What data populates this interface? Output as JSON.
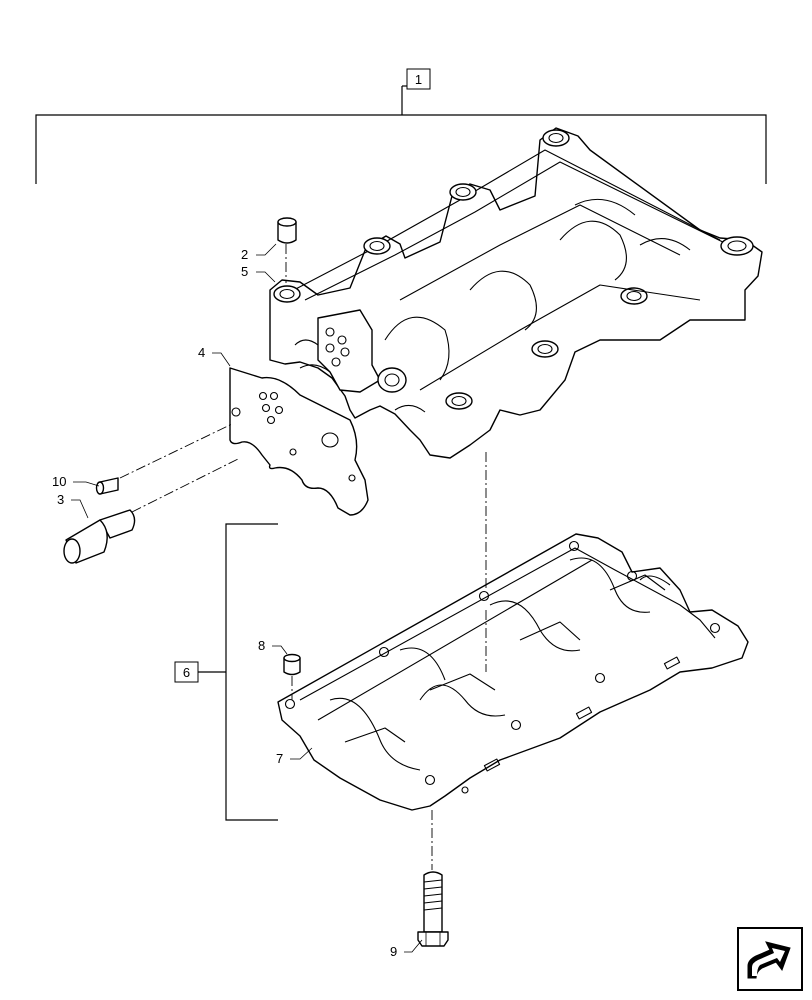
{
  "callouts": {
    "c1": "1",
    "c2": "2",
    "c3": "3",
    "c4": "4",
    "c5": "5",
    "c6": "6",
    "c7": "7",
    "c8": "8",
    "c9": "9",
    "c10": "10"
  },
  "nav_icon": "next-page-arrow-icon"
}
